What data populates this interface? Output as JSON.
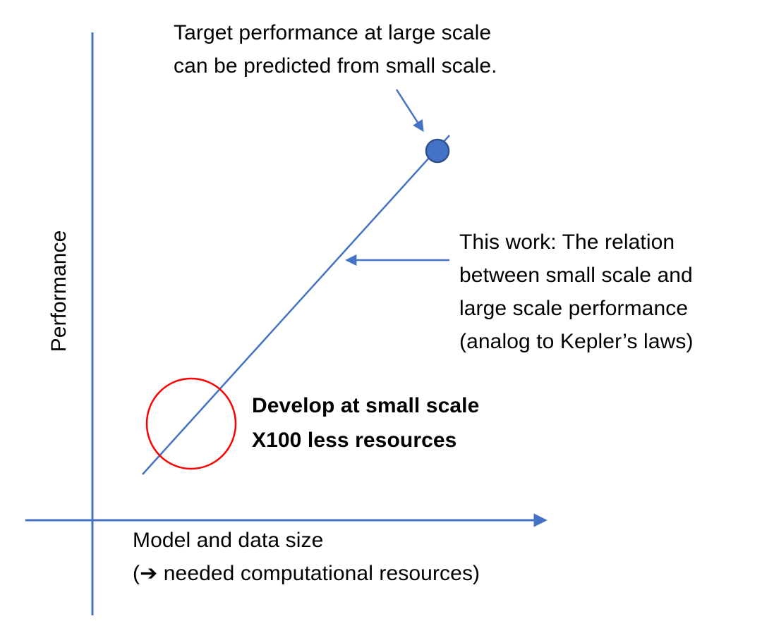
{
  "page": {
    "background": "#FFFFFF",
    "kind": "conceptual scaling-law diagram"
  },
  "colors": {
    "accent_blue": "#4472C4",
    "dot_fill": "#4472C4",
    "dot_border": "#2F528F",
    "circle_red": "#FF0000",
    "text": "#000000"
  },
  "axes": {
    "y_label": "Performance",
    "x_label_line1": "Model and data size",
    "x_label_line2": "(➔ needed computational resources)"
  },
  "annotations": {
    "target": {
      "line1": "Target performance at large scale",
      "line2": "can be predicted from small scale."
    },
    "this_work": {
      "line1": "This work: The relation",
      "line2": "between small scale and",
      "line3": "large scale performance",
      "line4": "(analog to Kepler’s laws)"
    },
    "develop": {
      "line1": "Develop at small scale",
      "line2": "X100 less resources"
    }
  }
}
